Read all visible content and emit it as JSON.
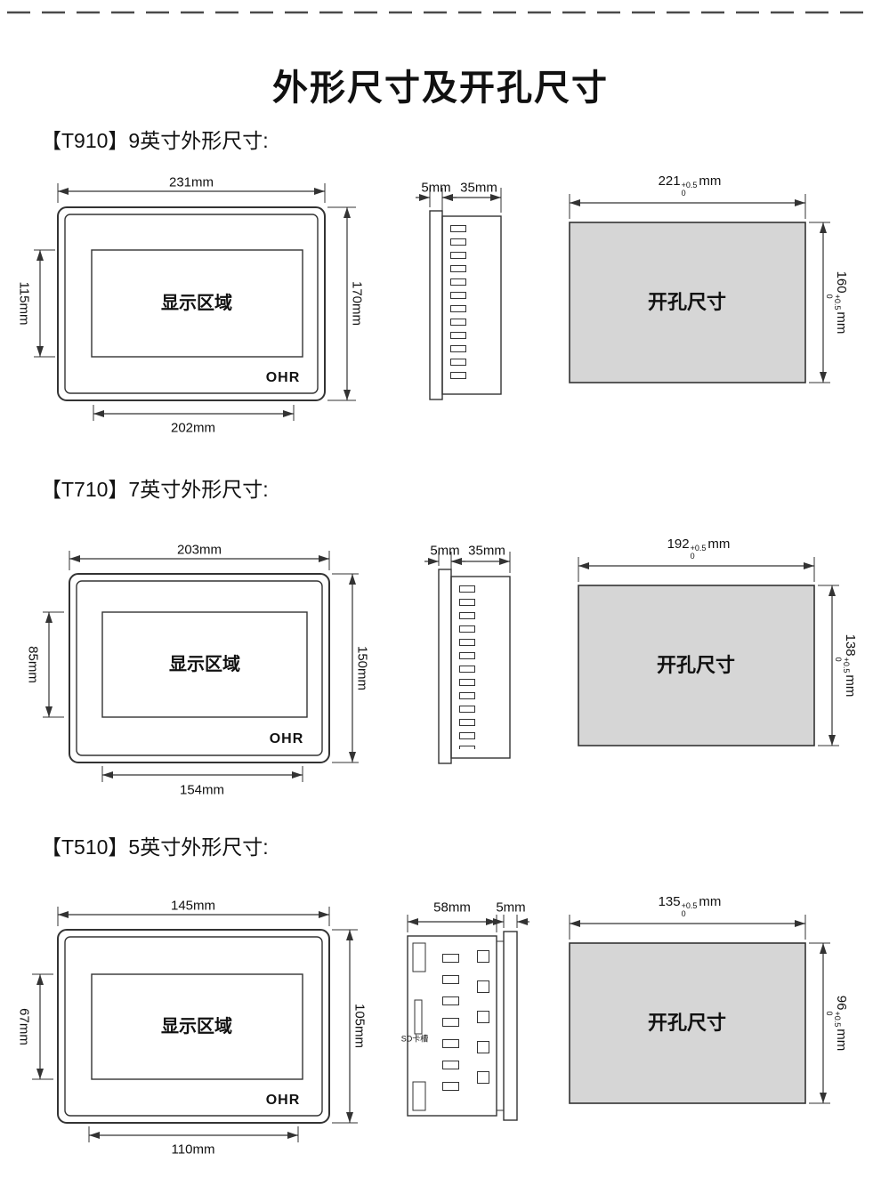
{
  "page": {
    "title": "外形尺寸及开孔尺寸"
  },
  "sections": [
    {
      "id": "T910",
      "heading": "【T910】9英寸外形尺寸:",
      "front": {
        "area_label": "显示区域",
        "brand": "OHR",
        "dim_top": "231mm",
        "dim_right": "170mm",
        "dim_left": "115mm",
        "dim_bottom": "202mm"
      },
      "side": {
        "dim_a": "5mm",
        "dim_b": "35mm"
      },
      "cutout": {
        "label": "开孔尺寸",
        "width": {
          "value": "221",
          "plus": "+0.5",
          "minus": "0",
          "unit": "mm"
        },
        "height": {
          "value": "160",
          "plus": "+0.5",
          "minus": "0",
          "unit": "mm"
        }
      }
    },
    {
      "id": "T710",
      "heading": "【T710】7英寸外形尺寸:",
      "front": {
        "area_label": "显示区域",
        "brand": "OHR",
        "dim_top": "203mm",
        "dim_right": "150mm",
        "dim_left": "85mm",
        "dim_bottom": "154mm"
      },
      "side": {
        "dim_a": "5mm",
        "dim_b": "35mm"
      },
      "cutout": {
        "label": "开孔尺寸",
        "width": {
          "value": "192",
          "plus": "+0.5",
          "minus": "0",
          "unit": "mm"
        },
        "height": {
          "value": "138",
          "plus": "+0.5",
          "minus": "0",
          "unit": "mm"
        }
      }
    },
    {
      "id": "T510",
      "heading": "【T510】5英寸外形尺寸:",
      "front": {
        "area_label": "显示区域",
        "brand": "OHR",
        "dim_top": "145mm",
        "dim_right": "105mm",
        "dim_left": "67mm",
        "dim_bottom": "110mm"
      },
      "side": {
        "dim_a": "58mm",
        "dim_b": "5mm",
        "sd_label": "SD卡槽"
      },
      "cutout": {
        "label": "开孔尺寸",
        "width": {
          "value": "135",
          "plus": "+0.5",
          "minus": "0",
          "unit": "mm"
        },
        "height": {
          "value": "96",
          "plus": "+0.5",
          "minus": "0",
          "unit": "mm"
        }
      }
    }
  ]
}
